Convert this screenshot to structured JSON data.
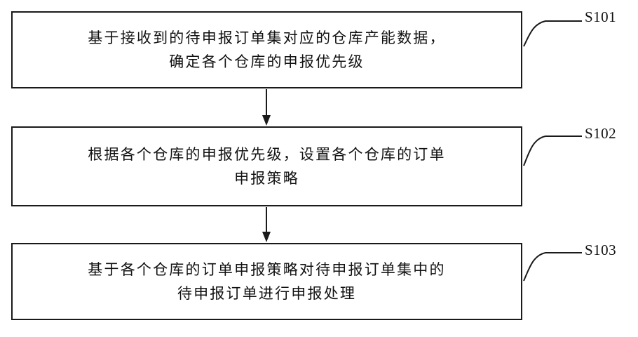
{
  "steps": [
    {
      "id": "S101",
      "lines": [
        "基于接收到的待申报订单集对应的仓库产能数据，",
        "确定各个仓库的申报优先级"
      ]
    },
    {
      "id": "S102",
      "lines": [
        "根据各个仓库的申报优先级，设置各个仓库的订单",
        "申报策略"
      ]
    },
    {
      "id": "S103",
      "lines": [
        "基于各个仓库的订单申报策略对待申报订单集中的",
        "待申报订单进行申报处理"
      ]
    }
  ]
}
